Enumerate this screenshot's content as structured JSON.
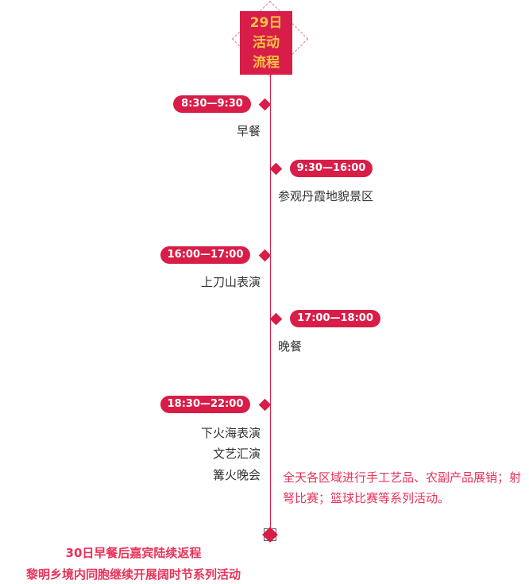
{
  "header": {
    "line1": "29日",
    "line2": "活动",
    "line3": "流程"
  },
  "items": [
    {
      "time": "8:30—9:30",
      "labels": [
        "早餐"
      ]
    },
    {
      "time": "9:30—16:00",
      "labels": [
        "参观丹霞地貌景区"
      ]
    },
    {
      "time": "16:00—17:00",
      "labels": [
        "上刀山表演"
      ]
    },
    {
      "time": "17:00—18:00",
      "labels": [
        "晚餐"
      ]
    },
    {
      "time": "18:30—22:00",
      "labels": [
        "下火海表演",
        "文艺汇演",
        "篝火晚会"
      ]
    }
  ],
  "side_note": "全天各区域进行手工艺品、农副产品展销；射弩比赛；篮球比赛等系列活动。",
  "footer": {
    "line1": "30日早餐后嘉宾陆续返程",
    "line2": "黎明乡境内同胞继续开展阔时节系列活动"
  },
  "colors": {
    "accent": "#d81e48",
    "header_text": "#f7c443",
    "note": "#e8335a"
  }
}
